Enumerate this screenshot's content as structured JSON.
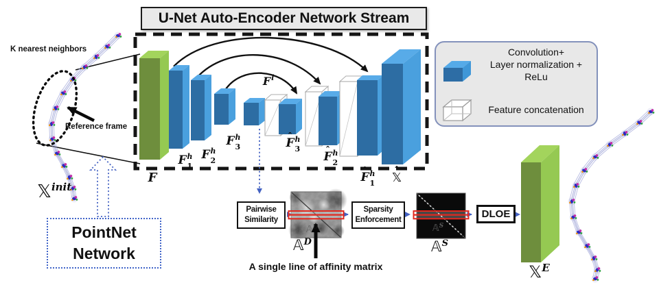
{
  "title": "U-Net Auto-Encoder Network Stream",
  "legend": {
    "conv": {
      "icon": "conv-cube-icon",
      "lines": [
        "Convolution+",
        "Layer normalization +",
        "ReLu"
      ]
    },
    "concat": {
      "icon": "concat-cube-icon",
      "label": "Feature concatenation"
    }
  },
  "left_view": {
    "knn_label": "K nearest neighbors",
    "reference_label": "Reference frame",
    "input": {
      "base": "𝕏",
      "sup": "init"
    }
  },
  "pointnet": {
    "lines": [
      "PointNet",
      "Network"
    ]
  },
  "unet": {
    "blocks": [
      {
        "base": "F"
      },
      {
        "base": "F",
        "sub": "1",
        "sup": "h"
      },
      {
        "base": "F",
        "sub": "2",
        "sup": "h"
      },
      {
        "base": "F",
        "sub": "3",
        "sup": "h"
      },
      {
        "base": "F",
        "sup": "l"
      },
      {
        "base": "F",
        "sub": "3",
        "sup": "h",
        "hat": true
      },
      {
        "base": "F",
        "sub": "2",
        "sup": "h",
        "hat": true
      },
      {
        "base": "F",
        "sub": "1",
        "sup": "h",
        "hat": true
      },
      {
        "base": "𝕏",
        "hat": true
      }
    ]
  },
  "pipeline": {
    "pairwise": {
      "lines": [
        "Pairwise",
        "Similarity"
      ]
    },
    "sparsity": {
      "lines": [
        "Sparsity",
        "Enforcement"
      ]
    },
    "dloe": "DLOE",
    "dense_matrix": {
      "base": "𝔸",
      "sup": "D"
    },
    "sparse_matrix": {
      "base": "𝔸",
      "sup": "S"
    },
    "output": {
      "base": "𝕏",
      "sup": "E"
    },
    "caption": "A single line of affinity matrix"
  },
  "colors": {
    "blue_front": "#2d6da3",
    "blue_top": "#58abe8",
    "blue_side": "#4aa0de",
    "green_front": "#6e8e3d",
    "green_top": "#a3d45c",
    "green_side": "#95c952",
    "accent_blue": "#4462c2",
    "red_band": "#e0281e",
    "dashed_border": "#151515"
  }
}
